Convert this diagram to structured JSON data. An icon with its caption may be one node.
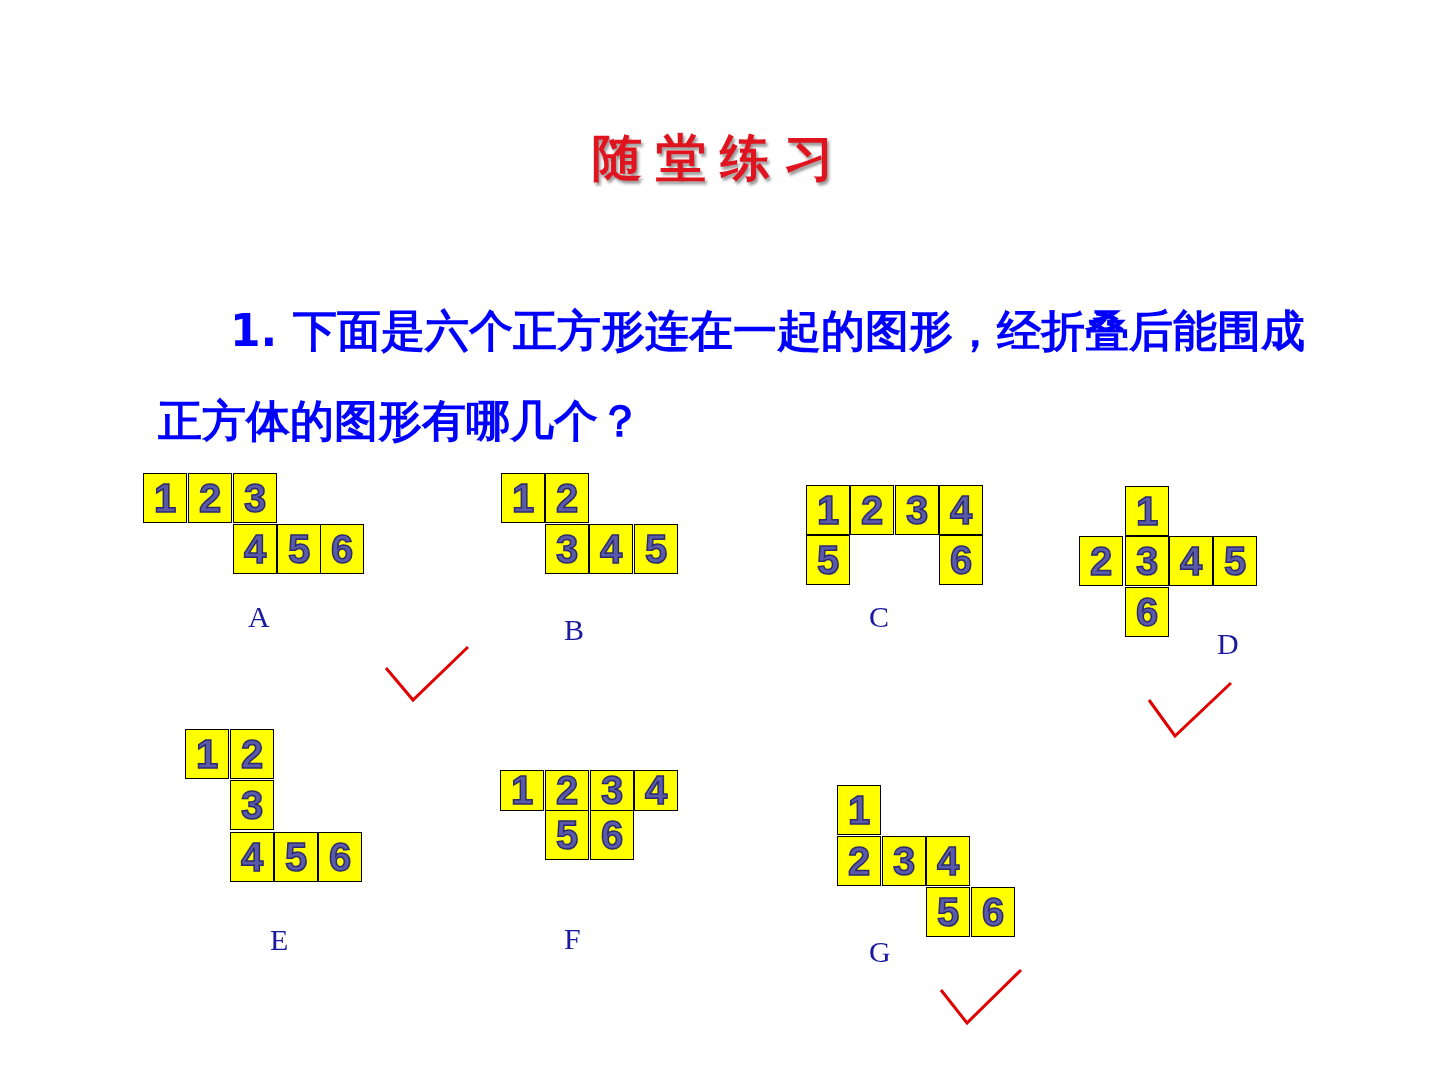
{
  "diagram": {
    "title": "随堂练习",
    "nodes": [
      {
        "text": [
          "1"
        ]
      },
      {
        "text": [
          "2"
        ]
      },
      {
        "text": [
          "3"
        ]
      },
      {
        "text": [
          "4"
        ]
      },
      {
        "text": [
          "5"
        ]
      },
      {
        "text": [
          "6"
        ]
      },
      {
        "text": [
          "1"
        ]
      },
      {
        "text": [
          "2"
        ]
      },
      {
        "text": [
          "3"
        ]
      },
      {
        "text": [
          "4"
        ]
      },
      {
        "text": [
          "5"
        ]
      },
      {
        "text": [
          "1"
        ]
      },
      {
        "text": [
          "2"
        ]
      },
      {
        "text": [
          "3"
        ]
      },
      {
        "text": [
          "4"
        ]
      },
      {
        "text": [
          "5"
        ]
      },
      {
        "text": [
          "6"
        ]
      },
      {
        "text": [
          "1"
        ]
      },
      {
        "text": [
          "2"
        ]
      },
      {
        "text": [
          "3"
        ]
      },
      {
        "text": [
          "4"
        ]
      },
      {
        "text": [
          "5"
        ]
      },
      {
        "text": [
          "6"
        ]
      },
      {
        "text": [
          "1"
        ]
      },
      {
        "text": [
          "2"
        ]
      },
      {
        "text": [
          "3"
        ]
      },
      {
        "text": [
          "4"
        ]
      },
      {
        "text": [
          "5"
        ]
      },
      {
        "text": [
          "6"
        ]
      },
      {
        "text": [
          "1"
        ]
      },
      {
        "text": [
          "2"
        ]
      },
      {
        "text": [
          "3"
        ]
      },
      {
        "text": [
          "4"
        ]
      },
      {
        "text": [
          "5"
        ]
      },
      {
        "text": [
          "6"
        ]
      },
      {
        "text": [
          "1"
        ]
      },
      {
        "text": [
          "2"
        ]
      },
      {
        "text": [
          "3"
        ]
      },
      {
        "text": [
          "4"
        ]
      },
      {
        "text": [
          "5"
        ]
      },
      {
        "text": [
          "6"
        ]
      }
    ],
    "labels": [
      "1. 下面是六个正方形连在一起的图形，经折叠后能围成正方体的图形有哪几个？",
      "A",
      "B",
      "C",
      "D",
      "E",
      "F",
      "G"
    ]
  }
}
